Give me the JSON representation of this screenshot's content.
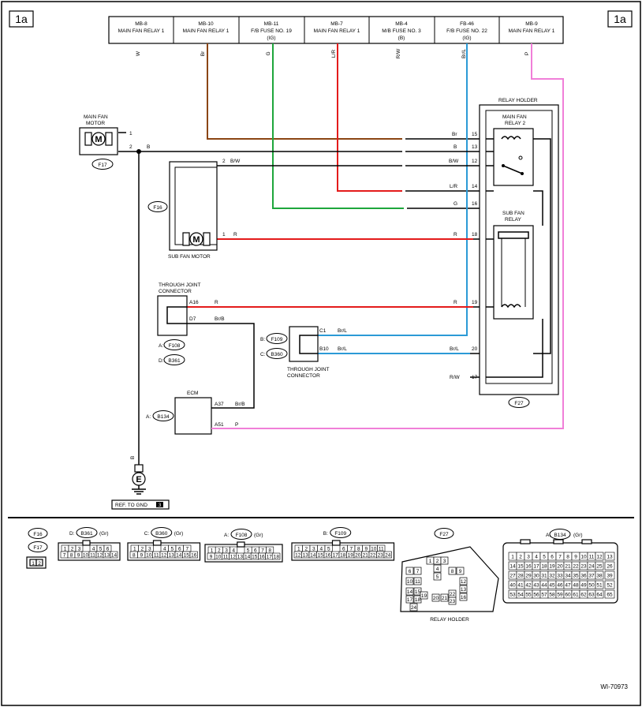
{
  "page_tag": "1a",
  "doc_id": "WI-70973",
  "fuse_boxes": [
    {
      "code": "MB-8",
      "name": "MAIN FAN RELAY 1",
      "sub": "",
      "wire": "W"
    },
    {
      "code": "MB-10",
      "name": "MAIN FAN RELAY 1",
      "sub": "",
      "wire": "Br"
    },
    {
      "code": "MB-11",
      "name": "F/B FUSE NO. 19",
      "sub": "(IG)",
      "wire": "G"
    },
    {
      "code": "MB-7",
      "name": "MAIN FAN RELAY 1",
      "sub": "",
      "wire": "L/R"
    },
    {
      "code": "MB-4",
      "name": "M/B FUSE NO. 3",
      "sub": "(B)",
      "wire": "R/W"
    },
    {
      "code": "FB-46",
      "name": "F/B FUSE NO. 22",
      "sub": "(IG)",
      "wire": "Br/L"
    },
    {
      "code": "MB-9",
      "name": "MAIN FAN RELAY 1",
      "sub": "",
      "wire": "P"
    }
  ],
  "main_fan_motor": {
    "label_1": "MAIN FAN",
    "label_2": "MOTOR",
    "symbol": "M",
    "connector": "F17",
    "pin1": "1",
    "pin2": "2",
    "pin2_wire": "B"
  },
  "sub_fan_motor": {
    "label": "SUB FAN MOTOR",
    "symbol": "M",
    "connector": "F16",
    "pin2": "2",
    "pin2_wire": "B/W",
    "pin1": "1",
    "pin1_wire": "R"
  },
  "joint_connector_left": {
    "label_1": "THROUGH JOINT",
    "label_2": "CONNECTOR",
    "pin_a16": "A16",
    "wire_a16": "R",
    "pin_d7": "D7",
    "wire_d7": "Br/B",
    "conn_a_prefix": "A:",
    "conn_a": "F108",
    "conn_d_prefix": "D:",
    "conn_d": "B361"
  },
  "joint_connector_right": {
    "label_1": "THROUGH JOINT",
    "label_2": "CONNECTOR",
    "pin_c1": "C1",
    "wire_c1": "Br/L",
    "pin_b10": "B10",
    "wire_b10": "Br/L",
    "conn_b_prefix": "B:",
    "conn_b": "F109",
    "conn_c_prefix": "C:",
    "conn_c": "B360"
  },
  "ecm": {
    "label": "ECM",
    "conn_prefix": "A:",
    "connector": "B134",
    "pin_a37": "A37",
    "wire_a37": "Br/B",
    "pin_a51": "A51",
    "wire_a51": "P"
  },
  "relay_holder": {
    "label": "RELAY HOLDER",
    "connector": "F27",
    "main_relay_label_1": "MAIN FAN",
    "main_relay_label_2": "RELAY 2",
    "sub_relay_label_1": "SUB FAN",
    "sub_relay_label_2": "RELAY",
    "pins": [
      {
        "wire": "Br",
        "pin": "15"
      },
      {
        "wire": "B",
        "pin": "13"
      },
      {
        "wire": "B/W",
        "pin": "12"
      },
      {
        "wire": "L/R",
        "pin": "14"
      },
      {
        "wire": "G",
        "pin": "16"
      },
      {
        "wire": "R",
        "pin": "18"
      },
      {
        "wire": "R",
        "pin": "19"
      },
      {
        "wire": "Br/L",
        "pin": "20"
      },
      {
        "wire": "R/W",
        "pin": "17"
      }
    ]
  },
  "ground": {
    "wire": "B",
    "symbol": "E",
    "ref_text": "REF. TO GND",
    "ref_tag": "3"
  },
  "connector_views": {
    "f16": "F16",
    "f17": "F17",
    "f16_pins": [
      "1",
      "2"
    ],
    "b361": {
      "prefix": "D:",
      "code": "B361",
      "color": "(Gr)",
      "top": [
        "1",
        "2",
        "3",
        "",
        "4",
        "5",
        "6"
      ],
      "bottom": [
        "7",
        "8",
        "9",
        "10",
        "11",
        "12",
        "13",
        "14"
      ]
    },
    "b360": {
      "prefix": "C:",
      "code": "B360",
      "color": "(Gr)",
      "top": [
        "1",
        "2",
        "3",
        "",
        "4",
        "5",
        "6",
        "7"
      ],
      "bottom": [
        "8",
        "9",
        "10",
        "11",
        "12",
        "13",
        "14",
        "15",
        "16"
      ]
    },
    "f108": {
      "prefix": "A:",
      "code": "F108",
      "color": "(Gr)",
      "top": [
        "1",
        "2",
        "3",
        "4",
        "",
        "5",
        "6",
        "7",
        "8"
      ],
      "bottom": [
        "9",
        "10",
        "11",
        "12",
        "13",
        "14",
        "15",
        "16",
        "17",
        "18"
      ]
    },
    "f109": {
      "prefix": "B:",
      "code": "F109",
      "color": "",
      "top": [
        "1",
        "2",
        "3",
        "4",
        "5",
        "",
        "6",
        "7",
        "8",
        "9",
        "10",
        "11"
      ],
      "bottom": [
        "12",
        "13",
        "14",
        "15",
        "16",
        "17",
        "18",
        "19",
        "20",
        "21",
        "22",
        "23",
        "24"
      ]
    },
    "f27": {
      "code": "F27",
      "label": "RELAY HOLDER",
      "cells": [
        "1",
        "2",
        "3",
        "4",
        "5",
        "6",
        "7",
        "8",
        "9",
        "10",
        "11",
        "12",
        "13",
        "14",
        "15",
        "16",
        "17",
        "18",
        "19",
        "20",
        "21",
        "22",
        "23",
        "24"
      ]
    },
    "b134": {
      "prefix": "A:",
      "code": "B134",
      "color": "(Gr)",
      "rows": [
        [
          "1",
          "2",
          "3",
          "4",
          "5",
          "6",
          "7",
          "8",
          "9",
          "10",
          "11",
          "12"
        ],
        [
          "14",
          "15",
          "16",
          "17",
          "18",
          "19",
          "20",
          "21",
          "22",
          "23",
          "24",
          "25"
        ],
        [
          "27",
          "28",
          "29",
          "30",
          "31",
          "32",
          "33",
          "34",
          "35",
          "36",
          "37",
          "38"
        ],
        [
          "40",
          "41",
          "42",
          "43",
          "44",
          "45",
          "46",
          "47",
          "48",
          "49",
          "50",
          "51"
        ],
        [
          "53",
          "54",
          "55",
          "56",
          "57",
          "58",
          "59",
          "60",
          "61",
          "62",
          "63",
          "64"
        ]
      ],
      "side": [
        "13",
        "26",
        "39",
        "52",
        "65"
      ]
    }
  },
  "colors": {
    "brown": "#8B4513",
    "green": "#1ea63c",
    "red": "#e41b1b",
    "blue": "#2b9ad6",
    "pink": "#f07fd8",
    "black": "#000000"
  }
}
